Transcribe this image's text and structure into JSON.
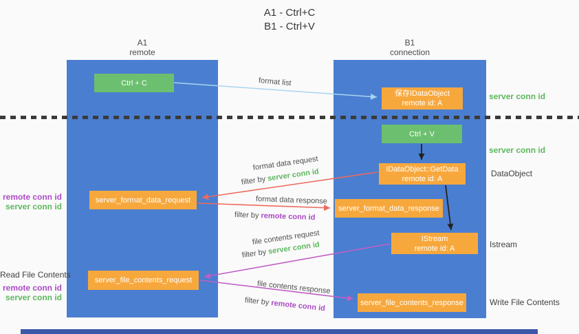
{
  "title": {
    "line1": "A1 - Ctrl+C",
    "line2": "B1 - Ctrl+V"
  },
  "lifelines": {
    "a1": {
      "name": "A1",
      "role": "remote"
    },
    "b1": {
      "name": "B1",
      "role": "connection"
    }
  },
  "boxes": {
    "ctrl_c": {
      "label": "Ctrl + C"
    },
    "ctrl_v": {
      "label": "Ctrl + V"
    },
    "save_dataobject": {
      "line1": "保存IDataObject",
      "line2": "remote id: A"
    },
    "getdata": {
      "line1": "IDataObject::GetData",
      "line2": "remote id: A"
    },
    "istream": {
      "line1": "IStream",
      "line2": "remote id: A"
    },
    "server_format_data_request": {
      "label": "server_format_data_request"
    },
    "server_format_data_response": {
      "label": "server_format_data_response"
    },
    "server_file_contents_request": {
      "label": "server_file_contents_request"
    },
    "server_file_contents_response": {
      "label": "server_file_contents_response"
    }
  },
  "flow_labels": {
    "format_list": "format list",
    "format_data_request": "format data request",
    "format_data_response": "format data response",
    "file_contents_request": "file contents request",
    "file_contents_response": "file contents response",
    "filter_by": "filter by",
    "server_conn_id": "server conn id",
    "remote_conn_id": "remote conn id"
  },
  "side_labels": {
    "server_conn_id_1": "server conn id",
    "server_conn_id_2": "server conn id",
    "dataobject": "DataObject",
    "istream": "Istream",
    "write_file_contents": "Write File Contents",
    "read_file_contents": "Read File Contents",
    "remote_conn_id_1": "remote conn id",
    "server_conn_id_3": "server conn id",
    "remote_conn_id_2": "remote conn id",
    "server_conn_id_4": "server conn id"
  },
  "colors": {
    "background": "#fafafa",
    "lifeline_blue": "#4a7ed0",
    "box_green": "#6cbf6e",
    "box_orange": "#f7a83d",
    "arrow_light_blue": "#a9d4f2",
    "arrow_red": "#ed6a5e",
    "arrow_magenta": "#c05fc5",
    "arrow_black": "#222222",
    "label_green": "#5db75d",
    "label_purple": "#ab4bc4",
    "bottom_bar_blue": "#3b57a8"
  }
}
